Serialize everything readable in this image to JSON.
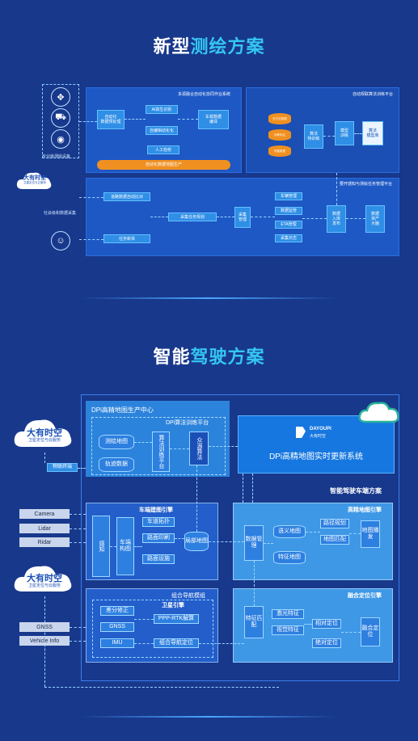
{
  "section1": {
    "title_white": "新型",
    "title_cyan": "测绘方案",
    "left_devices_label": "专业级测绘设备",
    "cloud_main": "大有时空",
    "cloud_sub": "卫星定位与云服务",
    "social_label": "社会级和数据采集",
    "panel_a_title": "多源融合自动化协同作业系统",
    "panel_b_title": "自动规联算法训练平台",
    "panel_c_title": "要开感知与测绘任务管理平台",
    "a_boxes": [
      "自动化\n数据预处理",
      "AI高生识别",
      "自编辑动化化",
      "车载数据\n编译",
      "人工检校"
    ],
    "a_bar": "自动化数据地图生产",
    "b_cyls": [
      "矢方位数据",
      "训练标注",
      "采集数据"
    ],
    "b_boxes": [
      "算法\n特训练",
      "模型\n训练",
      "算法\n模型库"
    ],
    "c_boxes": [
      "道路数据自动比对",
      "任务新体",
      "采集任务规划",
      "采集\n管理",
      "车辆管理",
      "数据监管",
      "ETA管理",
      "采集日志",
      "数据\n入库\n发布",
      "数据\n资产\n大脑"
    ]
  },
  "section2": {
    "title_white": "智能",
    "title_cyan": "驾驶方案",
    "cloud_main": "大有时空",
    "cloud_sub": "卫星定位与云服务",
    "link_label": "物联终端",
    "center_title": "DPi高精地图生产中心",
    "train_platform": "DPi算法训练平台",
    "survey_map": "测绘地图",
    "track_data": "轨迹数据",
    "algo_train": "算法训练平台",
    "crowd_algo": "众源算法",
    "logo_text": "DAYOUPI",
    "logo_cn": "大有时空",
    "realtime_system": "DPi高精地图实时更新系统",
    "vehicle_solution": "智能驾驶车端方案",
    "inputs": [
      "Camera",
      "Lidar",
      "Ridar",
      "GNSS",
      "Vehicle Info"
    ],
    "map_engine": "车端建图引擎",
    "perception": "感知",
    "vehicle_build": "车端构图",
    "lane_topo": "车道拓扑",
    "road_print": "路面印刷",
    "road_facility": "路面设施",
    "local_map": "局部地图",
    "hd_engine": "高精地图引擎",
    "data_mgmt": "数据管理",
    "semantic_map": "语义地图",
    "feature_map": "特征地图",
    "path_plan": "路径规划",
    "map_match": "地图匹配",
    "map_release": "地图播发",
    "nav_module": "组合导航模组",
    "sat_engine": "卫星引擎",
    "diff_correct": "差分修正",
    "gnss_box": "GNSS",
    "imu_box": "IMU",
    "ppp_rtk": "PPP-RTK解算",
    "comb_nav": "组合导航定位",
    "fusion_engine": "融合定位引擎",
    "feature_match": "特征匹配",
    "laser_feature": "激光特征",
    "visual_feature": "视觉特征",
    "relative_pos": "相对定位",
    "absolute_pos": "绝对定位",
    "fusion_pos": "融合定位"
  },
  "colors": {
    "background": "#18388c",
    "accent_cyan": "#35c6f4",
    "orange": "#f09020"
  }
}
